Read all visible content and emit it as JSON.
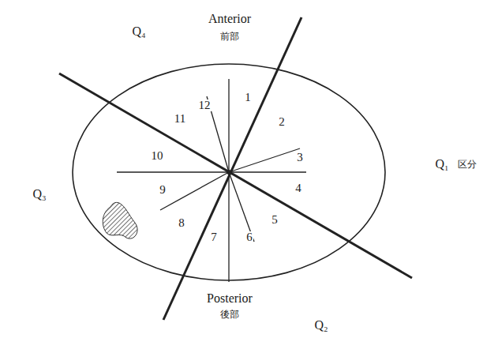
{
  "diagram": {
    "labels": [
      "Q₄",
      "Anterior",
      "前部",
      "Q₁",
      "区分",
      "Q₃",
      "1",
      "2",
      "3",
      "4",
      "5",
      "6",
      "7",
      "8",
      "9",
      "10",
      "11",
      "12",
      "Posterior",
      "後部",
      "Q₂"
    ]
  }
}
